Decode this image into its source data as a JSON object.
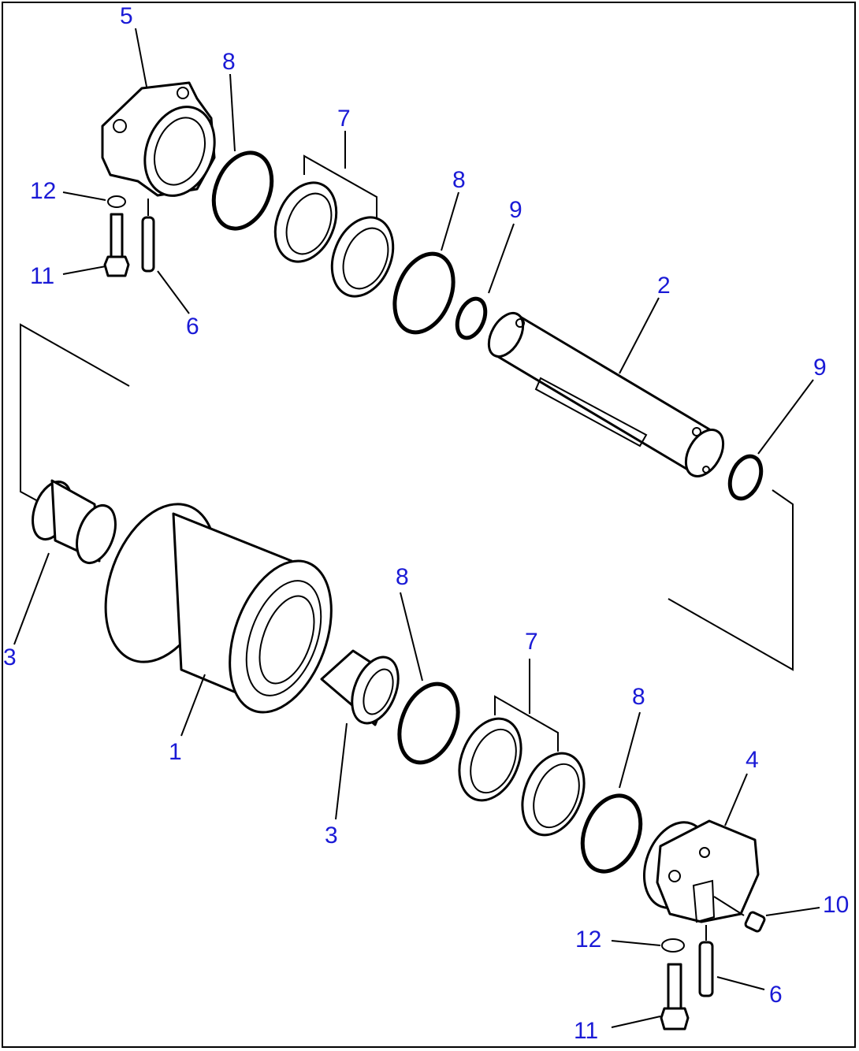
{
  "colors": {
    "callout": "#1a1ad6",
    "line": "#000000",
    "background": "#ffffff"
  },
  "callouts": [
    {
      "id": "c5-top",
      "text": "5"
    },
    {
      "id": "c8-a",
      "text": "8"
    },
    {
      "id": "c7-top",
      "text": "7"
    },
    {
      "id": "c8-b",
      "text": "8"
    },
    {
      "id": "c9-a",
      "text": "9"
    },
    {
      "id": "c12-top",
      "text": "12"
    },
    {
      "id": "c11-top",
      "text": "11"
    },
    {
      "id": "c6-top",
      "text": "6"
    },
    {
      "id": "c2",
      "text": "2"
    },
    {
      "id": "c9-b",
      "text": "9"
    },
    {
      "id": "c3-left",
      "text": "3"
    },
    {
      "id": "c8-c",
      "text": "8"
    },
    {
      "id": "c7-bot",
      "text": "7"
    },
    {
      "id": "c8-d",
      "text": "8"
    },
    {
      "id": "c4",
      "text": "4"
    },
    {
      "id": "c1",
      "text": "1"
    },
    {
      "id": "c3-mid",
      "text": "3"
    },
    {
      "id": "c10",
      "text": "10"
    },
    {
      "id": "c12-bot",
      "text": "12"
    },
    {
      "id": "c6-bot",
      "text": "6"
    },
    {
      "id": "c11-bot",
      "text": "11"
    }
  ]
}
